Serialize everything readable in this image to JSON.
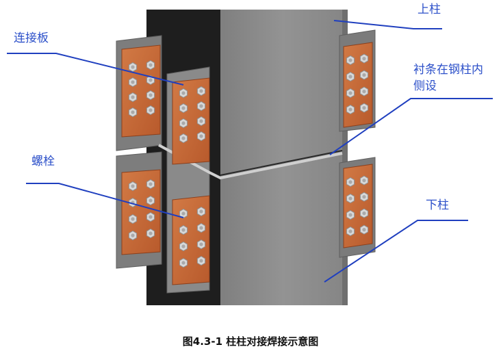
{
  "labels": {
    "upper_column": "上柱",
    "connection_plate": "连接板",
    "backing_strip_line1": "衬条在钢柱内",
    "backing_strip_line2": "侧设",
    "bolt": "螺栓",
    "lower_column": "下柱"
  },
  "caption": "图4.3-1 柱柱对接焊接示意图",
  "colors": {
    "label_blue": "#2b4fc9",
    "leader_line": "#1f3fbf",
    "plate_copper": "#c86a38",
    "column_face": "#8c8c8c",
    "column_shadow": "#1e1e1e",
    "flange_gray": "#7a7a7a",
    "bolt_gray": "#d8d8d8"
  }
}
